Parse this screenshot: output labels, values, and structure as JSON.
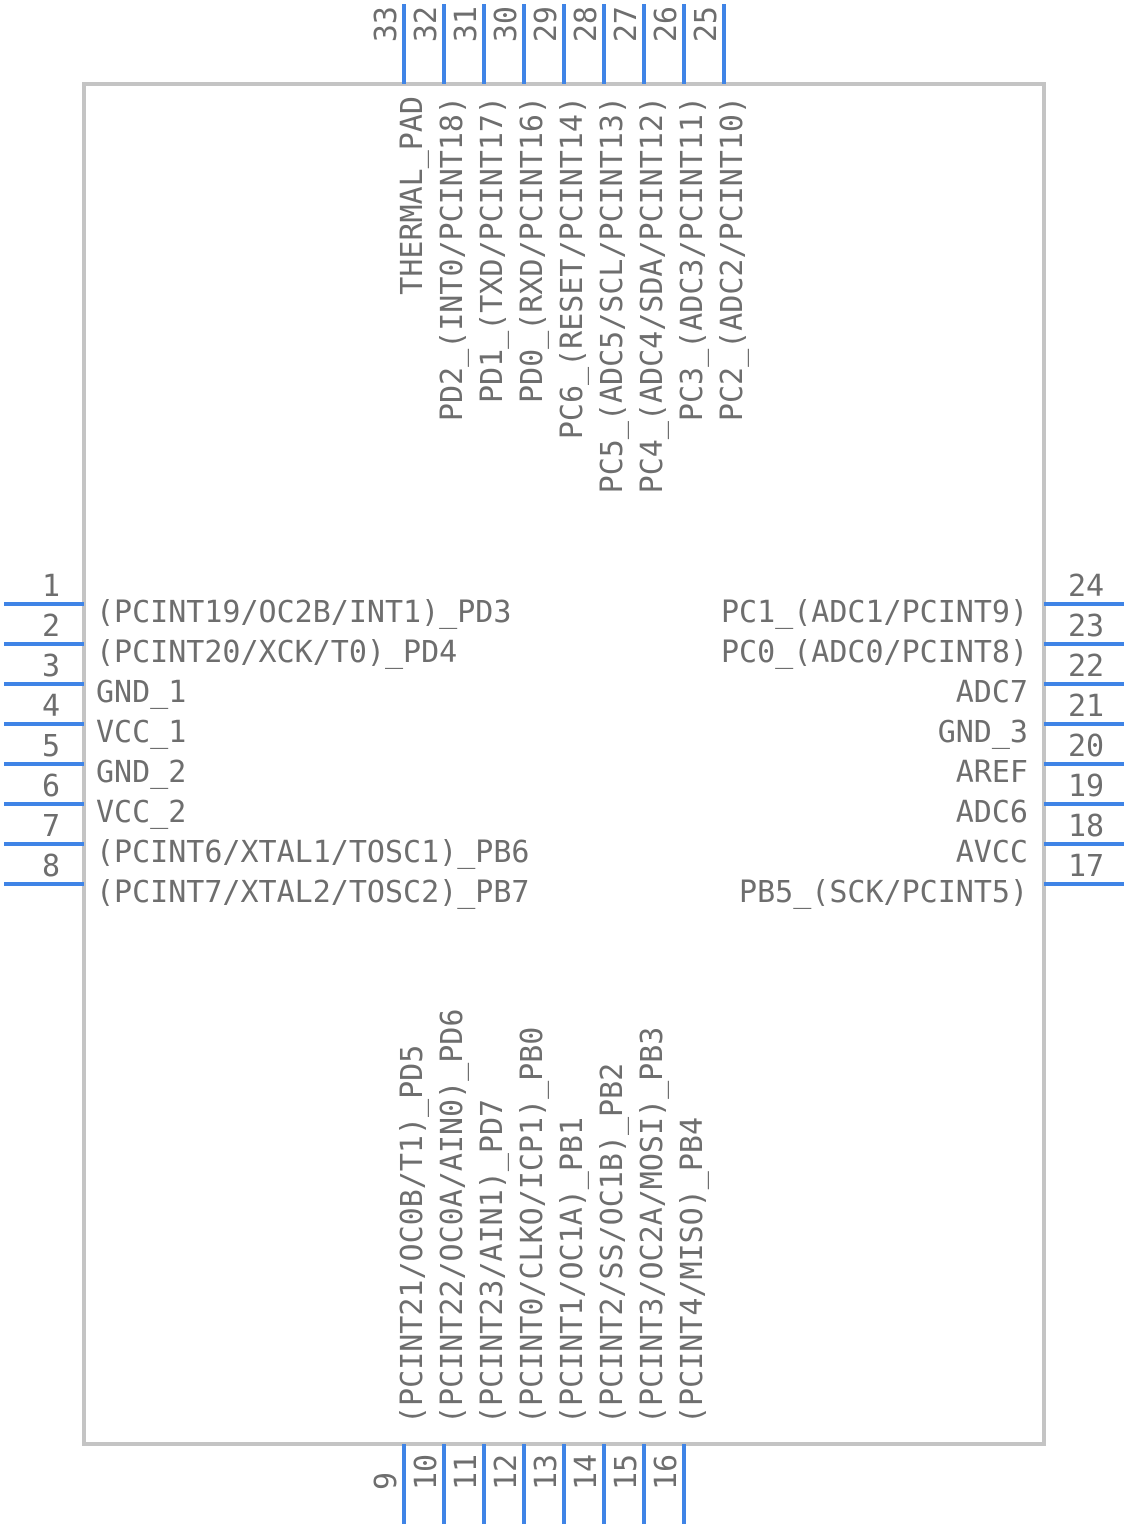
{
  "component": {
    "pins": {
      "left": [
        {
          "num": "1",
          "label": "(PCINT19/OC2B/INT1)_PD3"
        },
        {
          "num": "2",
          "label": "(PCINT20/XCK/T0)_PD4"
        },
        {
          "num": "3",
          "label": "GND_1"
        },
        {
          "num": "4",
          "label": "VCC_1"
        },
        {
          "num": "5",
          "label": "GND_2"
        },
        {
          "num": "6",
          "label": "VCC_2"
        },
        {
          "num": "7",
          "label": "(PCINT6/XTAL1/TOSC1)_PB6"
        },
        {
          "num": "8",
          "label": "(PCINT7/XTAL2/TOSC2)_PB7"
        }
      ],
      "right": [
        {
          "num": "24",
          "label": "PC1_(ADC1/PCINT9)"
        },
        {
          "num": "23",
          "label": "PC0_(ADC0/PCINT8)"
        },
        {
          "num": "22",
          "label": "ADC7"
        },
        {
          "num": "21",
          "label": "GND_3"
        },
        {
          "num": "20",
          "label": "AREF"
        },
        {
          "num": "19",
          "label": "ADC6"
        },
        {
          "num": "18",
          "label": "AVCC"
        },
        {
          "num": "17",
          "label": "PB5_(SCK/PCINT5)"
        }
      ],
      "top": [
        {
          "num": "33",
          "label": "THERMAL_PAD"
        },
        {
          "num": "32",
          "label": "PD2_(INT0/PCINT18)"
        },
        {
          "num": "31",
          "label": "PD1_(TXD/PCINT17)"
        },
        {
          "num": "30",
          "label": "PD0_(RXD/PCINT16)"
        },
        {
          "num": "29",
          "label": "PC6_(RESET/PCINT14)"
        },
        {
          "num": "28",
          "label": "PC5_(ADC5/SCL/PCINT13)"
        },
        {
          "num": "27",
          "label": "PC4_(ADC4/SDA/PCINT12)"
        },
        {
          "num": "26",
          "label": "PC3_(ADC3/PCINT11)"
        },
        {
          "num": "25",
          "label": "PC2_(ADC2/PCINT10)"
        }
      ],
      "bottom": [
        {
          "num": "9",
          "label": "(PCINT21/OC0B/T1)_PD5"
        },
        {
          "num": "10",
          "label": "(PCINT22/OC0A/AIN0)_PD6"
        },
        {
          "num": "11",
          "label": "(PCINT23/AIN1)_PD7"
        },
        {
          "num": "12",
          "label": "(PCINT0/CLKO/ICP1)_PB0"
        },
        {
          "num": "13",
          "label": "(PCINT1/OC1A)_PB1"
        },
        {
          "num": "14",
          "label": "(PCINT2/SS/OC1B)_PB2"
        },
        {
          "num": "15",
          "label": "(PCINT3/OC2A/MOSI)_PB3"
        },
        {
          "num": "16",
          "label": "(PCINT4/MISO)_PB4"
        }
      ]
    }
  }
}
